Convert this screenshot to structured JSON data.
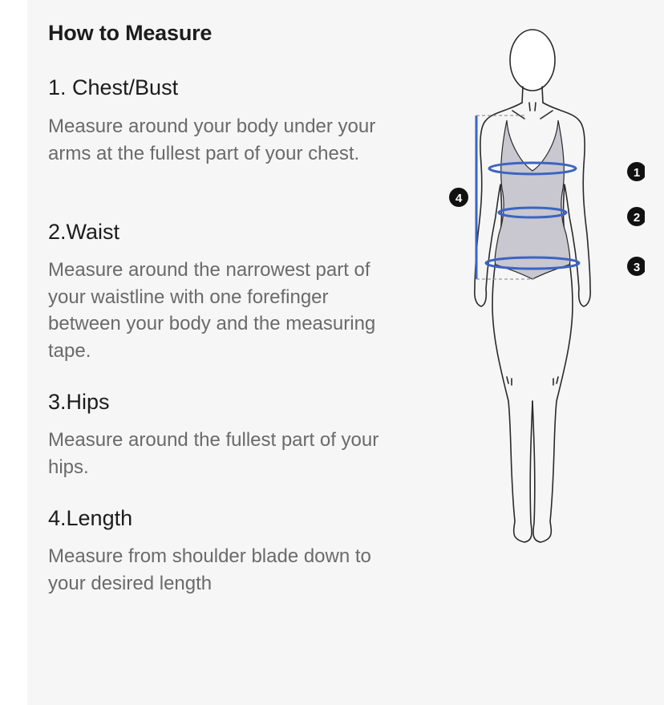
{
  "title": "How to Measure",
  "sections": [
    {
      "heading": "1. Chest/Bust",
      "text": "Measure around your body under your arms at the fullest part of your chest."
    },
    {
      "heading": "2.Waist",
      "text": "Measure around the narrowest part of your waistline with one forefinger between your body and the measuring tape."
    },
    {
      "heading": "3.Hips",
      "text": "Measure around the fullest part of your hips."
    },
    {
      "heading": "4.Length",
      "text": "Measure from shoulder blade down to your desired length"
    }
  ],
  "markers": [
    "1",
    "2",
    "3",
    "4"
  ],
  "colors": {
    "measure_line": "#3b64c4",
    "body_fill": "#c9c7cf",
    "marker_bg": "#111111"
  }
}
